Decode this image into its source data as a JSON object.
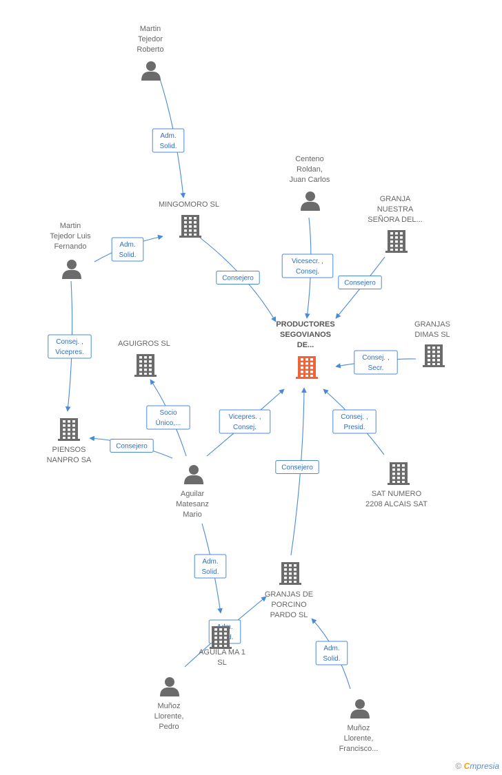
{
  "nodes": [
    {
      "id": "martin_roberto",
      "kind": "person",
      "label": [
        "Martin",
        "Tejedor",
        "Roberto"
      ]
    },
    {
      "id": "mingomoro",
      "kind": "company",
      "label": [
        "MINGOMORO SL"
      ]
    },
    {
      "id": "centeno",
      "kind": "person",
      "label": [
        "Centeno",
        "Roldan,",
        "Juan Carlos"
      ]
    },
    {
      "id": "granja_nuestra",
      "kind": "company",
      "label": [
        "GRANJA",
        "NUESTRA",
        "SEÑORA DEL..."
      ]
    },
    {
      "id": "martin_luis",
      "kind": "person",
      "label": [
        "Martin",
        "Tejedor Luis",
        "Fernando"
      ]
    },
    {
      "id": "productores",
      "kind": "company-main",
      "label": [
        "PRODUCTORES",
        "SEGOVIANOS",
        "DE..."
      ]
    },
    {
      "id": "granjas_dimas",
      "kind": "company",
      "label": [
        "GRANJAS",
        "DIMAS SL"
      ]
    },
    {
      "id": "aguigros",
      "kind": "company",
      "label": [
        "AGUIGROS  SL"
      ]
    },
    {
      "id": "piensos",
      "kind": "company",
      "label": [
        "PIENSOS",
        "NANPRO SA"
      ]
    },
    {
      "id": "aguilar",
      "kind": "person",
      "label": [
        "Aguilar",
        "Matesanz",
        "Mario"
      ]
    },
    {
      "id": "sat_numero",
      "kind": "company",
      "label": [
        "SAT NUMERO",
        "2208 ALCAIS SAT"
      ]
    },
    {
      "id": "granjas_porcino",
      "kind": "company",
      "label": [
        "GRANJAS DE",
        "PORCINO",
        "PARDO SL"
      ]
    },
    {
      "id": "aguila_ma",
      "kind": "company",
      "label": [
        "AGUILA MA 1",
        "SL"
      ]
    },
    {
      "id": "munoz_pedro",
      "kind": "person",
      "label": [
        "Muñoz",
        "Llorente,",
        "Pedro"
      ]
    },
    {
      "id": "munoz_francisco",
      "kind": "person",
      "label": [
        "Muñoz",
        "Llorente,",
        "Francisco..."
      ]
    }
  ],
  "edges": [
    {
      "from": "martin_roberto",
      "to": "mingomoro",
      "label": [
        "Adm.",
        "Solid."
      ]
    },
    {
      "from": "martin_luis",
      "to": "mingomoro",
      "label": [
        "Adm.",
        "Solid."
      ]
    },
    {
      "from": "martin_luis",
      "to": "piensos",
      "label": [
        "Consej. ,",
        "Vicepres."
      ]
    },
    {
      "from": "mingomoro",
      "to": "productores",
      "label": [
        "Consejero"
      ]
    },
    {
      "from": "centeno",
      "to": "productores",
      "label": [
        "Vicesecr. ,",
        "Consej."
      ]
    },
    {
      "from": "granja_nuestra",
      "to": "productores",
      "label": [
        "Consejero"
      ]
    },
    {
      "from": "granjas_dimas",
      "to": "productores",
      "label": [
        "Consej. ,",
        "Secr."
      ]
    },
    {
      "from": "aguilar",
      "to": "aguigros",
      "label": [
        "Socio",
        "Único,..."
      ]
    },
    {
      "from": "aguilar",
      "to": "piensos",
      "label": [
        "Consejero"
      ]
    },
    {
      "from": "aguilar",
      "to": "productores",
      "label": [
        "Vicepres. ,",
        "Consej."
      ]
    },
    {
      "from": "sat_numero",
      "to": "productores",
      "label": [
        "Consej. ,",
        "Presid."
      ]
    },
    {
      "from": "granjas_porcino",
      "to": "productores",
      "label": [
        "Consejero"
      ]
    },
    {
      "from": "aguilar",
      "to": "aguila_ma",
      "label": [
        "Adm.",
        "Solid."
      ]
    },
    {
      "from": "munoz_pedro",
      "to": "granjas_porcino",
      "label": [
        "Adm.",
        "Solid."
      ]
    },
    {
      "from": "munoz_francisco",
      "to": "granjas_porcino",
      "label": [
        "Adm.",
        "Solid."
      ]
    }
  ],
  "footer": {
    "copyright": "©",
    "brand_initial": "C",
    "brand_rest": "mpresia"
  },
  "colors": {
    "edge": "#4a8ad4",
    "icon": "#6b6b6b",
    "main_icon": "#f0643a"
  }
}
